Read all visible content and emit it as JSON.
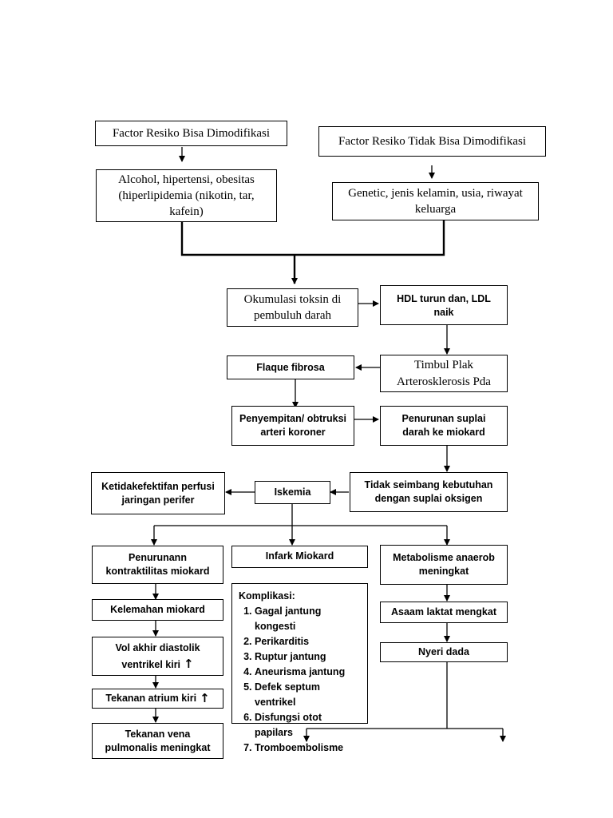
{
  "nodes": {
    "mod": "Factor Resiko Bisa Dimodifikasi",
    "nonmod": "Factor Resiko Tidak Bisa Dimodifikasi",
    "mod_items": "Alcohol, hipertensi, obesitas (hiperlipidemia (nikotin, tar, kafein)",
    "nonmod_items": "Genetic, jenis kelamin, usia, riwayat keluarga",
    "akumulasi": "Okumulasi toksin di pembuluh darah",
    "hdl": "HDL turun dan, LDL naik",
    "plak": "Timbul Plak Arterosklerosis Pda",
    "flaque": "Flaque fibrosa",
    "penyempitan": "Penyempitan/ obtruksi arteri koroner",
    "suplai": "Penurunan suplai darah ke miokard",
    "tidak_seimbang": "Tidak seimbang kebutuhan dengan suplai oksigen",
    "iskemia": "Iskemia",
    "perfusi": "Ketidakefektifan perfusi jaringan perifer",
    "kontraktilitas": "Penurunann kontraktilitas miokard",
    "infark": "Infark Miokard",
    "anaerob": "Metabolisme anaerob meningkat",
    "kelemahan": "Kelemahan miokard",
    "vol_akhir": "Vol akhir diastolik ventrikel kiri",
    "tekanan_atrium": "Tekanan atrium kiri",
    "tekanan_vena": "Tekanan vena pulmonalis meningkat",
    "asam_laktat": "Asaam laktat mengkat",
    "nyeri": "Nyeri dada"
  },
  "komplikasi": {
    "title": "Komplikasi:",
    "items": [
      "Gagal jantung kongesti",
      "Perikarditis",
      "Ruptur jantung",
      "Aneurisma jantung",
      "Defek septum ventrikel",
      "Disfungsi otot papilars",
      "Tromboembolisme"
    ]
  },
  "up_arrow_glyph": "↑"
}
